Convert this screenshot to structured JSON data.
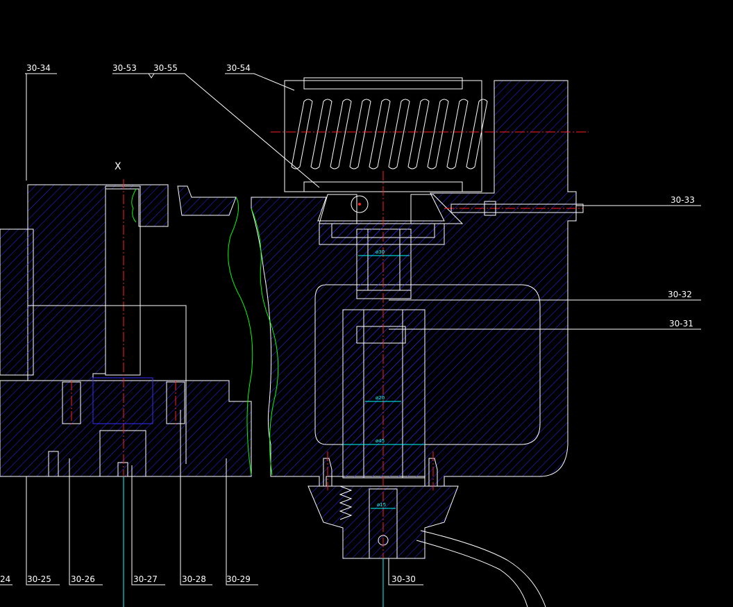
{
  "drawing": {
    "view_marker": "X",
    "part_labels": {
      "p24": "24",
      "p25": "30-25",
      "p26": "30-26",
      "p27": "30-27",
      "p28": "30-28",
      "p29": "30-29",
      "p30": "30-30",
      "p31": "30-31",
      "p32": "30-32",
      "p33": "30-33",
      "p34": "30-34",
      "p53": "30-53",
      "p54": "30-54",
      "p55": "30-55"
    },
    "dimensions": {
      "d30": "ø30",
      "d20": "ø20",
      "d45": "ø45",
      "d15": "ø15"
    },
    "colors": {
      "background": "#000000",
      "outline": "#ffffff",
      "hatch": "#2a2aff",
      "centerline": "#ff2020",
      "dimension": "#00ffff",
      "break_line": "#00ff00"
    }
  }
}
